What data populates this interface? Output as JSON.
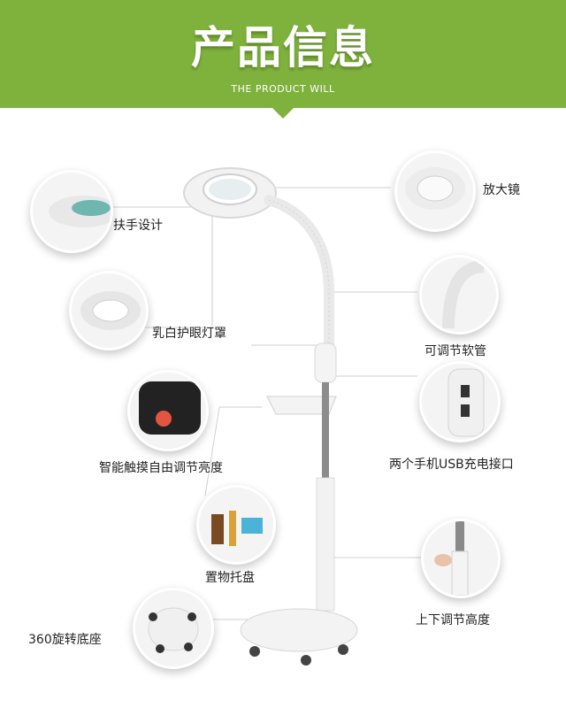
{
  "banner": {
    "title": "产品信息",
    "subtitle": "THE PRODUCT WILL",
    "color": "#7fb23c"
  },
  "features": {
    "armrest": "扶手设计",
    "magnifier": "放大镜",
    "lampshade": "乳白护眼灯罩",
    "hose": "可调节软管",
    "touch": "智能触摸自由调节亮度",
    "usb": "两个手机USB充电接口",
    "tray": "置物托盘",
    "height": "上下调节高度",
    "base": "360旋转底座"
  }
}
